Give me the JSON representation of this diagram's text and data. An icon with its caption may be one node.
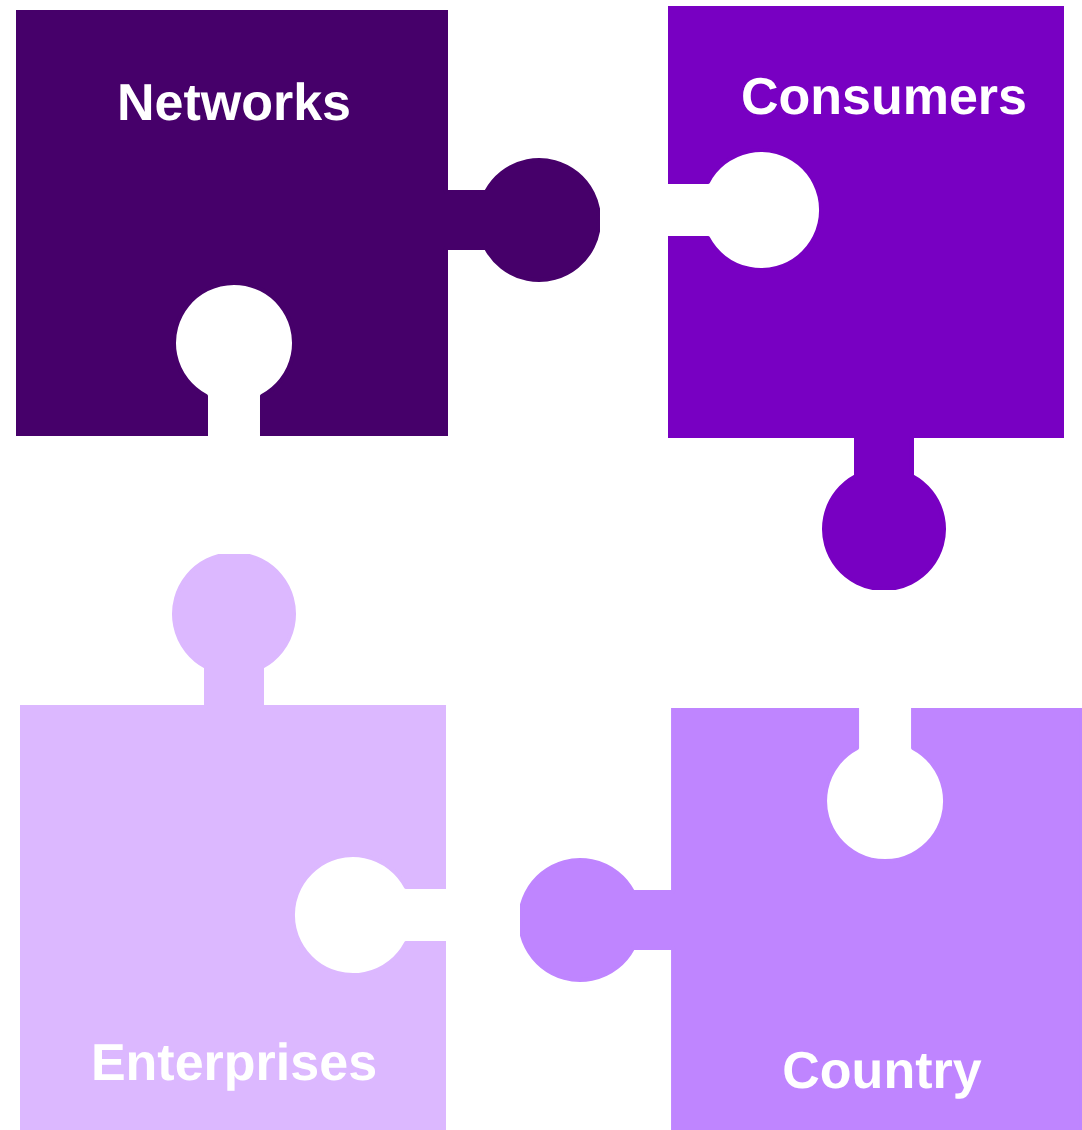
{
  "diagram": {
    "nodes": [
      {
        "text": [
          "Networks"
        ]
      },
      {
        "text": [
          "Consumers"
        ]
      },
      {
        "text": [
          "Enterprises"
        ]
      },
      {
        "text": [
          "Country"
        ]
      }
    ]
  }
}
